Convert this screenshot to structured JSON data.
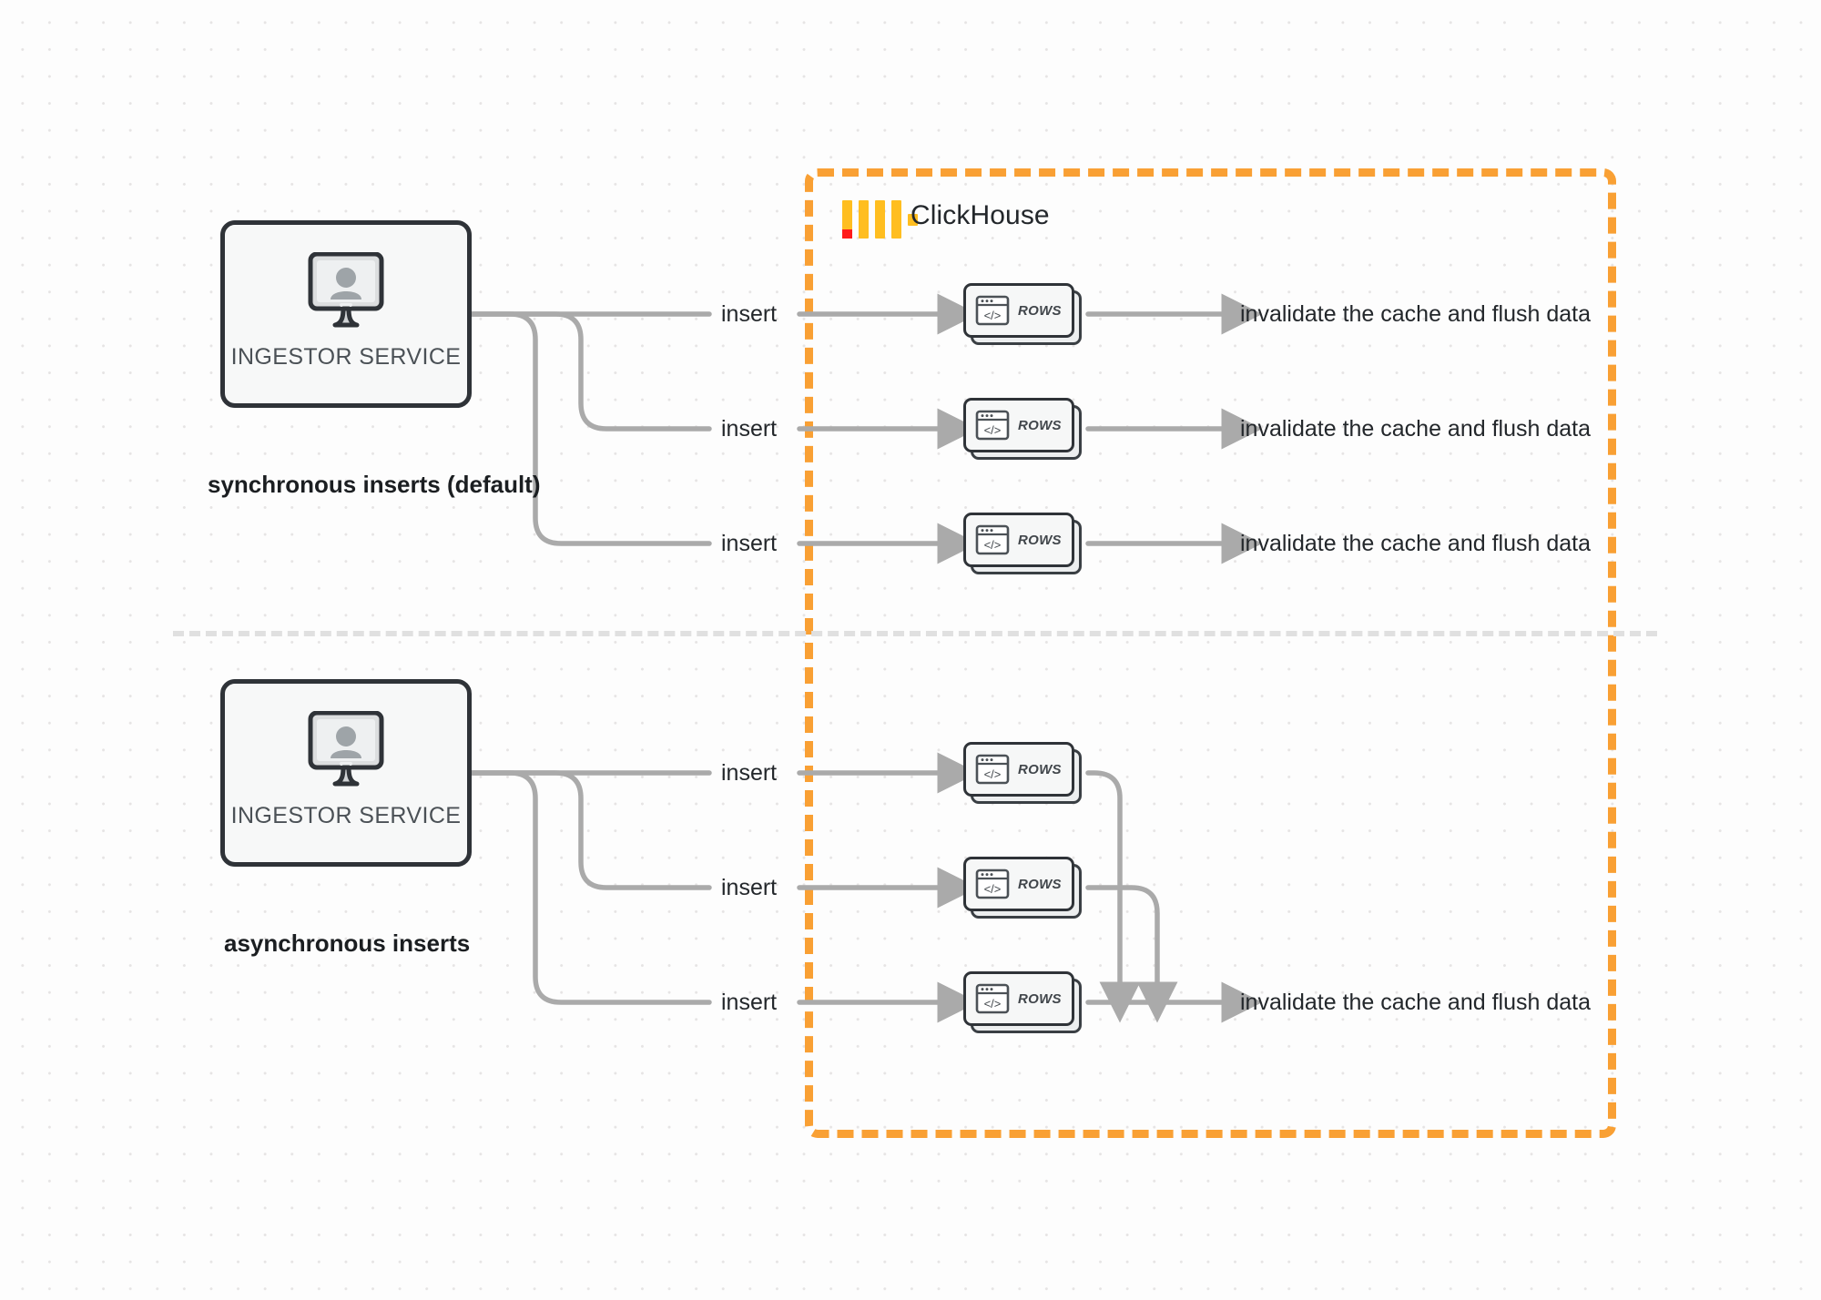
{
  "diagram": {
    "title": "ClickHouse synchronous vs asynchronous inserts",
    "background": "#fdfdfd",
    "accent_color": "#f9a034",
    "wire_color": "#aaaaaa"
  },
  "clickhouse": {
    "name": "ClickHouse",
    "logo_icon": "clickhouse-logo-icon",
    "logo_bar_color": "#ffbe20",
    "logo_dot_color": "#ff1a1a",
    "boundary_color": "#f9a034"
  },
  "sections": [
    {
      "id": "synchronous",
      "caption": "synchronous inserts (default)",
      "service": {
        "label": "INGESTOR SERVICE",
        "icon": "monitor-user-icon"
      },
      "flows": [
        {
          "insert_label": "insert",
          "node_label": "ROWS",
          "node_icon": "code-window-icon",
          "result_label": "invalidate the cache and flush data"
        },
        {
          "insert_label": "insert",
          "node_label": "ROWS",
          "node_icon": "code-window-icon",
          "result_label": "invalidate the cache and flush data"
        },
        {
          "insert_label": "insert",
          "node_label": "ROWS",
          "node_icon": "code-window-icon",
          "result_label": "invalidate the cache and flush data"
        }
      ]
    },
    {
      "id": "asynchronous",
      "caption": "asynchronous inserts",
      "service": {
        "label": "INGESTOR SERVICE",
        "icon": "monitor-user-icon"
      },
      "flows": [
        {
          "insert_label": "insert",
          "node_label": "ROWS",
          "node_icon": "code-window-icon"
        },
        {
          "insert_label": "insert",
          "node_label": "ROWS",
          "node_icon": "code-window-icon"
        },
        {
          "insert_label": "insert",
          "node_label": "ROWS",
          "node_icon": "code-window-icon"
        }
      ],
      "merged_result_label": "invalidate the cache and flush data"
    }
  ]
}
